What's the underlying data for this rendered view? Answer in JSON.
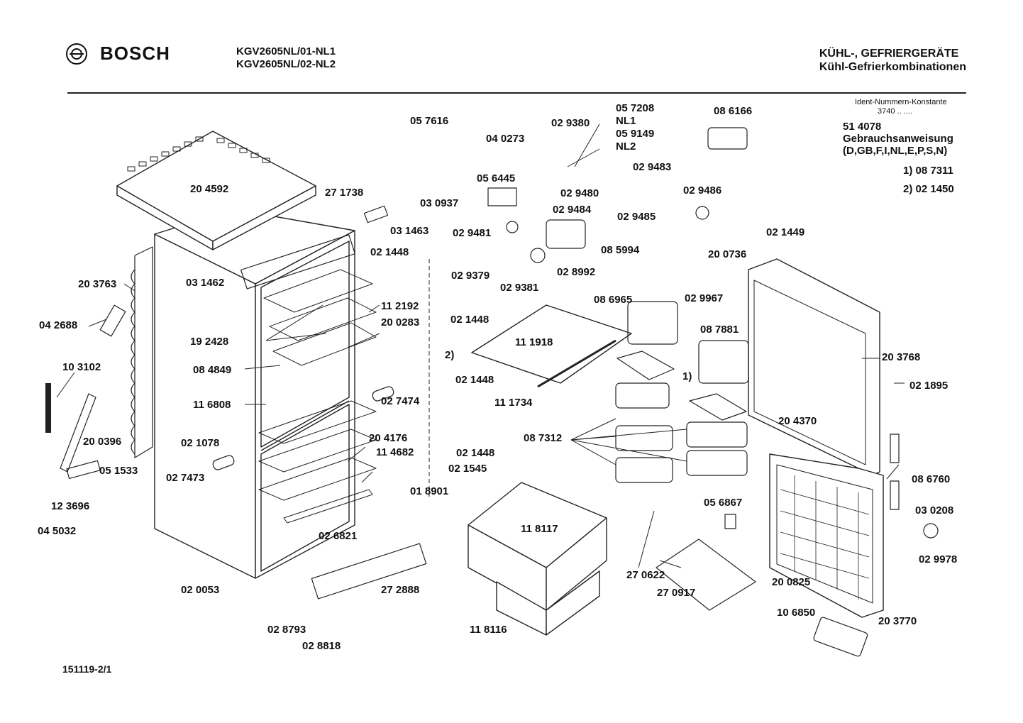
{
  "header": {
    "brand": "BOSCH",
    "models": [
      "KGV2605NL/01-NL1",
      "KGV2605NL/02-NL2"
    ],
    "category": "KÜHL-, GEFRIERGERÄTE",
    "subcategory": "Kühl-Gefrierkombinationen"
  },
  "info": {
    "ident_title": "Ident-Nummern-Konstante",
    "ident_value": "3740  ..  ....",
    "manual_number": "51 4078",
    "manual_title": "Gebrauchsanweisung",
    "manual_langs": "(D,GB,F,I,NL,E,P,S,N)",
    "footnotes": [
      "1)  08 7311",
      "2)  02 1450"
    ]
  },
  "doc_id": "151119-2/1",
  "parts": [
    {
      "label": "05 7616"
    },
    {
      "label": "04 0273"
    },
    {
      "label": "02 9380"
    },
    {
      "label": "05 7208"
    },
    {
      "label": "NL1"
    },
    {
      "label": "05 9149"
    },
    {
      "label": "NL2"
    },
    {
      "label": "08 6166"
    },
    {
      "label": "02 9483"
    },
    {
      "label": "02 9480"
    },
    {
      "label": "02 9486"
    },
    {
      "label": "02 9485"
    },
    {
      "label": "05 6445"
    },
    {
      "label": "02 9484"
    },
    {
      "label": "03 0937"
    },
    {
      "label": "20 4592"
    },
    {
      "label": "27 1738"
    },
    {
      "label": "03 1463"
    },
    {
      "label": "02 9481"
    },
    {
      "label": "08 5994"
    },
    {
      "label": "02 1448"
    },
    {
      "label": "02 9379"
    },
    {
      "label": "02 8992"
    },
    {
      "label": "02 9381"
    },
    {
      "label": "03 1462"
    },
    {
      "label": "20 3763"
    },
    {
      "label": "02 1449"
    },
    {
      "label": "20 0736"
    },
    {
      "label": "11 2192"
    },
    {
      "label": "02 1448"
    },
    {
      "label": "08 6965"
    },
    {
      "label": "02 9967"
    },
    {
      "label": "04 2688"
    },
    {
      "label": "19 2428"
    },
    {
      "label": "20 0283"
    },
    {
      "label": "08 7881"
    },
    {
      "label": "11 1918"
    },
    {
      "label": "2)"
    },
    {
      "label": "08 4849"
    },
    {
      "label": "20 3768"
    },
    {
      "label": "10 3102"
    },
    {
      "label": "02 1448"
    },
    {
      "label": "1)"
    },
    {
      "label": "02 1895"
    },
    {
      "label": "11 6808"
    },
    {
      "label": "11 1734"
    },
    {
      "label": "02 7474"
    },
    {
      "label": "20 4370"
    },
    {
      "label": "20 4176"
    },
    {
      "label": "08 7312"
    },
    {
      "label": "02 1078"
    },
    {
      "label": "20 0396"
    },
    {
      "label": "11 4682"
    },
    {
      "label": "02 1448"
    },
    {
      "label": "05 1533"
    },
    {
      "label": "02 1545"
    },
    {
      "label": "02 7473"
    },
    {
      "label": "08 6760"
    },
    {
      "label": "01 8901"
    },
    {
      "label": "12 3696"
    },
    {
      "label": "05 6867"
    },
    {
      "label": "03 0208"
    },
    {
      "label": "04 5032"
    },
    {
      "label": "11 8117"
    },
    {
      "label": "02 6821"
    },
    {
      "label": "02 9978"
    },
    {
      "label": "27 2888"
    },
    {
      "label": "27 0622"
    },
    {
      "label": "02 0053"
    },
    {
      "label": "27 0917"
    },
    {
      "label": "20 0825"
    },
    {
      "label": "02 8793"
    },
    {
      "label": "10 6850"
    },
    {
      "label": "11 8116"
    },
    {
      "label": "20 3770"
    },
    {
      "label": "02 8818"
    }
  ]
}
